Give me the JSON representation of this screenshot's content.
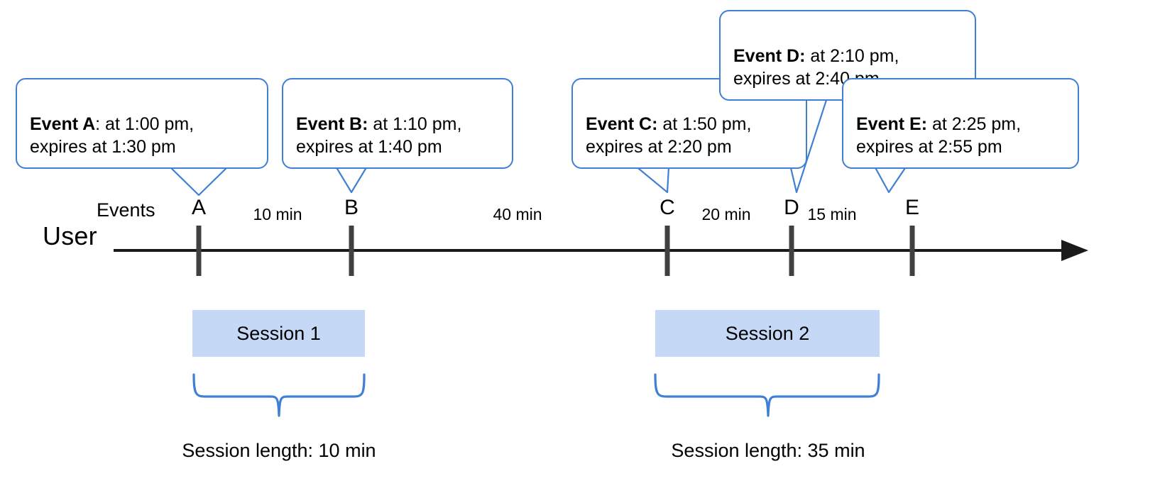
{
  "diagram": {
    "axis_label": "User",
    "events_row_label": "Events",
    "accent_color": "#3f7fd4",
    "session_fill_color": "#c5d9f7",
    "tick_color": "#404040",
    "axis_color": "#1a1a1a"
  },
  "callouts": [
    {
      "id": "A",
      "title": "Event A",
      "separator": ":",
      "line1": " at 1:00 pm,",
      "line2": "expires at 1:30 pm",
      "full_text": "Event A: at 1:00 pm, expires at 1:30 pm",
      "event_time": "1:00 pm",
      "expires_time": "1:30 pm"
    },
    {
      "id": "B",
      "title": "Event B",
      "separator": ":",
      "line1": " at 1:10 pm,",
      "line2": "expires at 1:40 pm",
      "full_text": "Event B: at 1:10 pm, expires at 1:40 pm",
      "event_time": "1:10 pm",
      "expires_time": "1:40 pm"
    },
    {
      "id": "C",
      "title": "Event C",
      "separator": ":",
      "line1": " at 1:50 pm,",
      "line2": "expires at 2:20 pm",
      "full_text": "Event C: at 1:50 pm, expires at 2:20 pm",
      "event_time": "1:50 pm",
      "expires_time": "2:20 pm"
    },
    {
      "id": "D",
      "title": "Event D",
      "separator": ":",
      "line1": " at 2:10 pm,",
      "line2": "expires at 2:40 pm",
      "full_text": "Event D: at 2:10 pm, expires at 2:40 pm",
      "event_time": "2:10 pm",
      "expires_time": "2:40 pm"
    },
    {
      "id": "E",
      "title": "Event E",
      "separator": ":",
      "line1": " at 2:25 pm,",
      "line2": "expires at 2:55 pm",
      "full_text": "Event E: at 2:25 pm, expires at 2:55 pm",
      "event_time": "2:25 pm",
      "expires_time": "2:55 pm"
    }
  ],
  "ticks": [
    {
      "label": "A"
    },
    {
      "label": "B"
    },
    {
      "label": "C"
    },
    {
      "label": "D"
    },
    {
      "label": "E"
    }
  ],
  "gaps": [
    {
      "label": "10 min",
      "from": "A",
      "to": "B"
    },
    {
      "label": "40 min",
      "from": "B",
      "to": "C"
    },
    {
      "label": "20 min",
      "from": "C",
      "to": "D"
    },
    {
      "label": "15 min",
      "from": "D",
      "to": "E"
    }
  ],
  "sessions": [
    {
      "name": "Session 1",
      "length_label": "Session length: 10 min"
    },
    {
      "name": "Session 2",
      "length_label": "Session length: 35 min"
    }
  ]
}
